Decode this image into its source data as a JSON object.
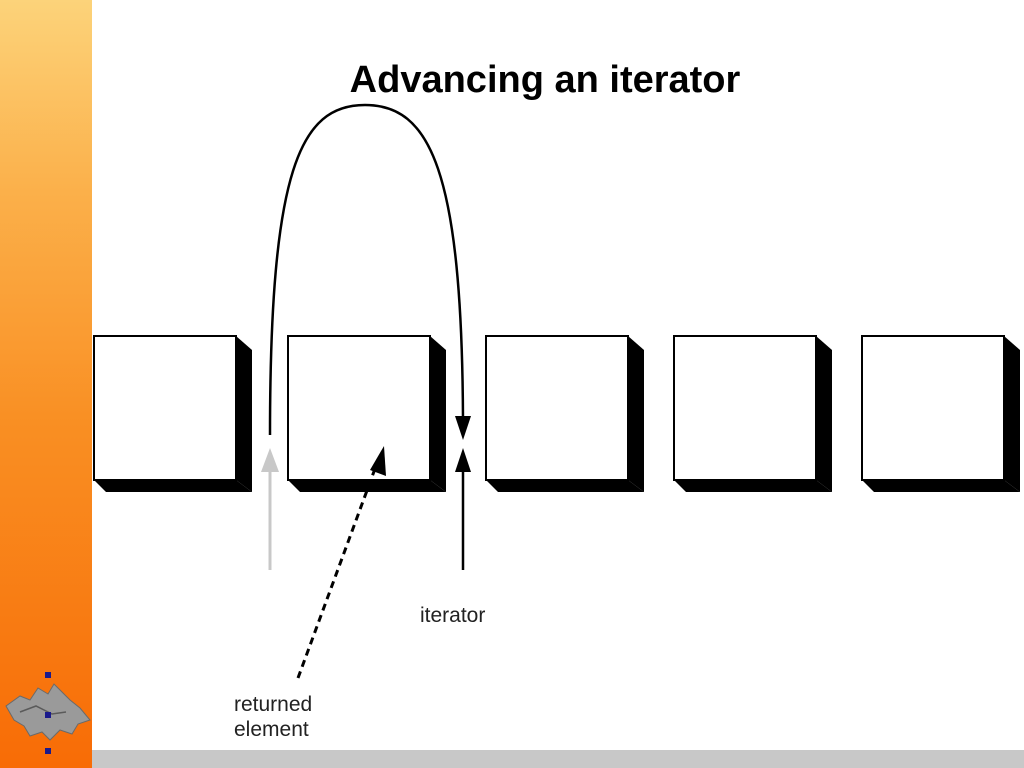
{
  "slide": {
    "title": "Advancing an iterator"
  },
  "diagram": {
    "element_count": 5,
    "labels": {
      "iterator": "iterator",
      "returned_line1": "returned",
      "returned_line2": "element"
    }
  },
  "colors": {
    "sidebar_top": "#fcd37a",
    "sidebar_bottom": "#f86c06",
    "footer_bar": "#c8c8c8",
    "previous_position_arrow": "#c8c8c8",
    "bullet": "#1a1a8c"
  },
  "icons": [
    "university-logo-icon"
  ]
}
